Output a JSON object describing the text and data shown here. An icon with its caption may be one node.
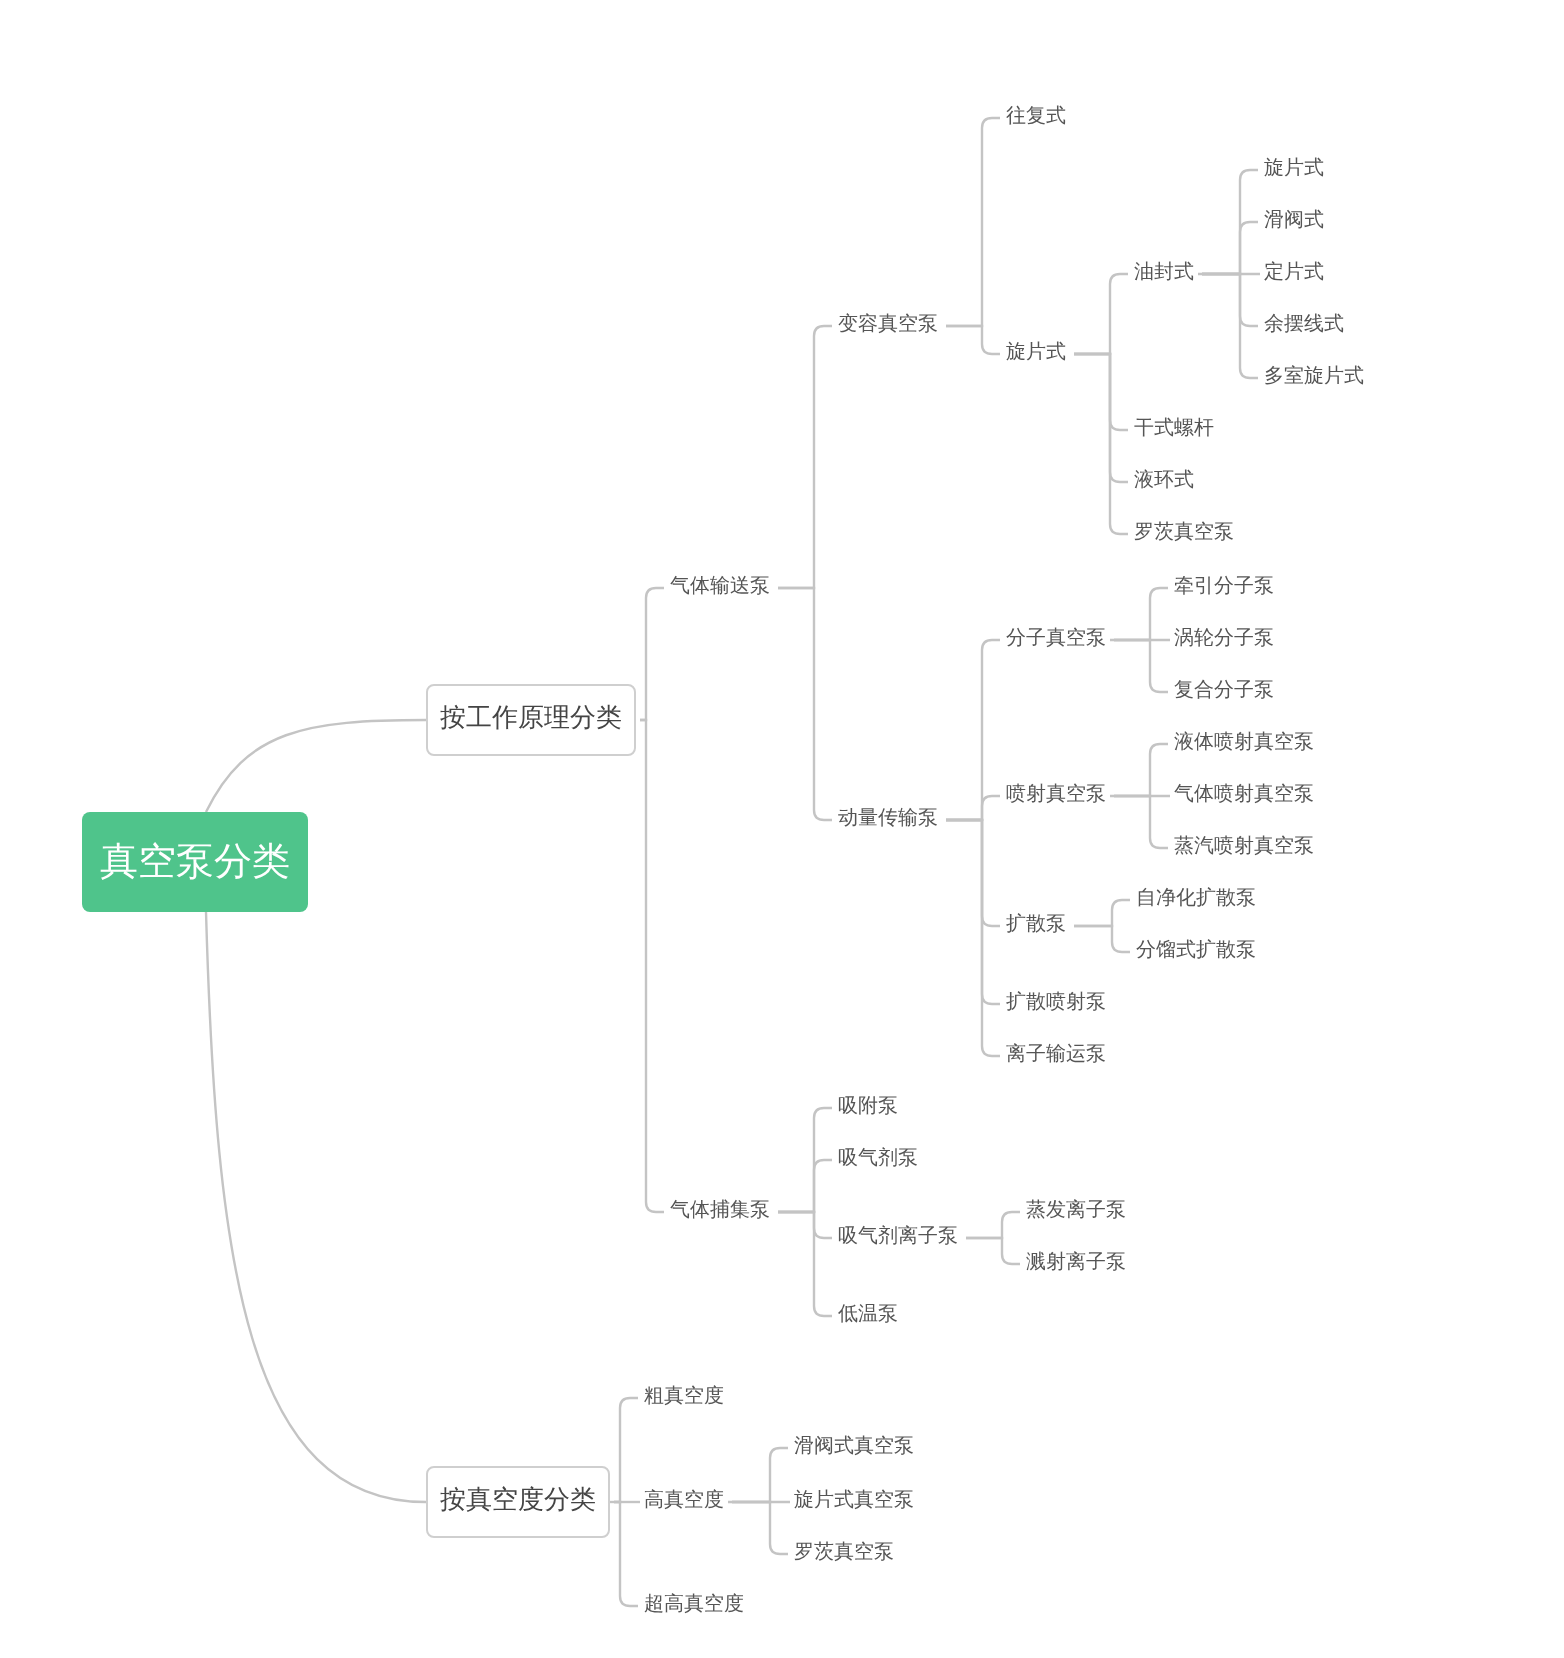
{
  "diagram": {
    "nodes": [
      {
        "text": [
          "真空泵分类"
        ]
      },
      {
        "text": [
          "按工作原理分类"
        ]
      },
      {
        "text": [
          "气体输送泵"
        ]
      },
      {
        "text": [
          "变容真空泵"
        ]
      },
      {
        "text": [
          "往复式"
        ]
      },
      {
        "text": [
          "旋片式"
        ]
      },
      {
        "text": [
          "油封式"
        ]
      },
      {
        "text": [
          "旋片式"
        ]
      },
      {
        "text": [
          "滑阀式"
        ]
      },
      {
        "text": [
          "定片式"
        ]
      },
      {
        "text": [
          "余摆线式"
        ]
      },
      {
        "text": [
          "多室旋片式"
        ]
      },
      {
        "text": [
          "干式螺杆"
        ]
      },
      {
        "text": [
          "液环式"
        ]
      },
      {
        "text": [
          "罗茨真空泵"
        ]
      },
      {
        "text": [
          "动量传输泵"
        ]
      },
      {
        "text": [
          "分子真空泵"
        ]
      },
      {
        "text": [
          "牵引分子泵"
        ]
      },
      {
        "text": [
          "涡轮分子泵"
        ]
      },
      {
        "text": [
          "复合分子泵"
        ]
      },
      {
        "text": [
          "喷射真空泵"
        ]
      },
      {
        "text": [
          "液体喷射真空泵"
        ]
      },
      {
        "text": [
          "气体喷射真空泵"
        ]
      },
      {
        "text": [
          "蒸汽喷射真空泵"
        ]
      },
      {
        "text": [
          "扩散泵"
        ]
      },
      {
        "text": [
          "自净化扩散泵"
        ]
      },
      {
        "text": [
          "分馏式扩散泵"
        ]
      },
      {
        "text": [
          "扩散喷射泵"
        ]
      },
      {
        "text": [
          "离子输运泵"
        ]
      },
      {
        "text": [
          "气体捕集泵"
        ]
      },
      {
        "text": [
          "吸附泵"
        ]
      },
      {
        "text": [
          "吸气剂泵"
        ]
      },
      {
        "text": [
          "吸气剂离子泵"
        ]
      },
      {
        "text": [
          "蒸发离子泵"
        ]
      },
      {
        "text": [
          "溅射离子泵"
        ]
      },
      {
        "text": [
          "低温泵"
        ]
      },
      {
        "text": [
          "按真空度分类"
        ]
      },
      {
        "text": [
          "粗真空度"
        ]
      },
      {
        "text": [
          "高真空度"
        ]
      },
      {
        "text": [
          "滑阀式真空泵"
        ]
      },
      {
        "text": [
          "旋片式真空泵"
        ]
      },
      {
        "text": [
          "罗茨真空泵"
        ]
      },
      {
        "text": [
          "超高真空度"
        ]
      }
    ],
    "edges": [
      {
        "from": 0,
        "to": 1,
        "arrow": "none"
      },
      {
        "from": 1,
        "to": 2,
        "arrow": "none"
      },
      {
        "from": 2,
        "to": 3,
        "arrow": "none"
      },
      {
        "from": 3,
        "to": 4,
        "arrow": "none"
      },
      {
        "from": 3,
        "to": 5,
        "arrow": "none"
      },
      {
        "from": 5,
        "to": 6,
        "arrow": "none"
      },
      {
        "from": 6,
        "to": 7,
        "arrow": "none"
      },
      {
        "from": 6,
        "to": 8,
        "arrow": "none"
      },
      {
        "from": 6,
        "to": 9,
        "arrow": "none"
      },
      {
        "from": 6,
        "to": 10,
        "arrow": "none"
      },
      {
        "from": 6,
        "to": 11,
        "arrow": "none"
      },
      {
        "from": 5,
        "to": 12,
        "arrow": "none"
      },
      {
        "from": 5,
        "to": 13,
        "arrow": "none"
      },
      {
        "from": 5,
        "to": 14,
        "arrow": "none"
      },
      {
        "from": 2,
        "to": 15,
        "arrow": "none"
      },
      {
        "from": 15,
        "to": 16,
        "arrow": "none"
      },
      {
        "from": 16,
        "to": 17,
        "arrow": "none"
      },
      {
        "from": 16,
        "to": 18,
        "arrow": "none"
      },
      {
        "from": 16,
        "to": 19,
        "arrow": "none"
      },
      {
        "from": 15,
        "to": 20,
        "arrow": "none"
      },
      {
        "from": 20,
        "to": 21,
        "arrow": "none"
      },
      {
        "from": 20,
        "to": 22,
        "arrow": "none"
      },
      {
        "from": 20,
        "to": 23,
        "arrow": "none"
      },
      {
        "from": 15,
        "to": 24,
        "arrow": "none"
      },
      {
        "from": 24,
        "to": 25,
        "arrow": "none"
      },
      {
        "from": 24,
        "to": 26,
        "arrow": "none"
      },
      {
        "from": 15,
        "to": 27,
        "arrow": "none"
      },
      {
        "from": 15,
        "to": 28,
        "arrow": "none"
      },
      {
        "from": 1,
        "to": 29,
        "arrow": "none"
      },
      {
        "from": 29,
        "to": 30,
        "arrow": "none"
      },
      {
        "from": 29,
        "to": 31,
        "arrow": "none"
      },
      {
        "from": 29,
        "to": 32,
        "arrow": "none"
      },
      {
        "from": 32,
        "to": 33,
        "arrow": "none"
      },
      {
        "from": 32,
        "to": 34,
        "arrow": "none"
      },
      {
        "from": 29,
        "to": 35,
        "arrow": "none"
      },
      {
        "from": 0,
        "to": 36,
        "arrow": "none"
      },
      {
        "from": 36,
        "to": 37,
        "arrow": "none"
      },
      {
        "from": 36,
        "to": 38,
        "arrow": "none"
      },
      {
        "from": 38,
        "to": 39,
        "arrow": "none"
      },
      {
        "from": 38,
        "to": 40,
        "arrow": "none"
      },
      {
        "from": 38,
        "to": 41,
        "arrow": "none"
      },
      {
        "from": 36,
        "to": 42,
        "arrow": "none"
      }
    ]
  }
}
